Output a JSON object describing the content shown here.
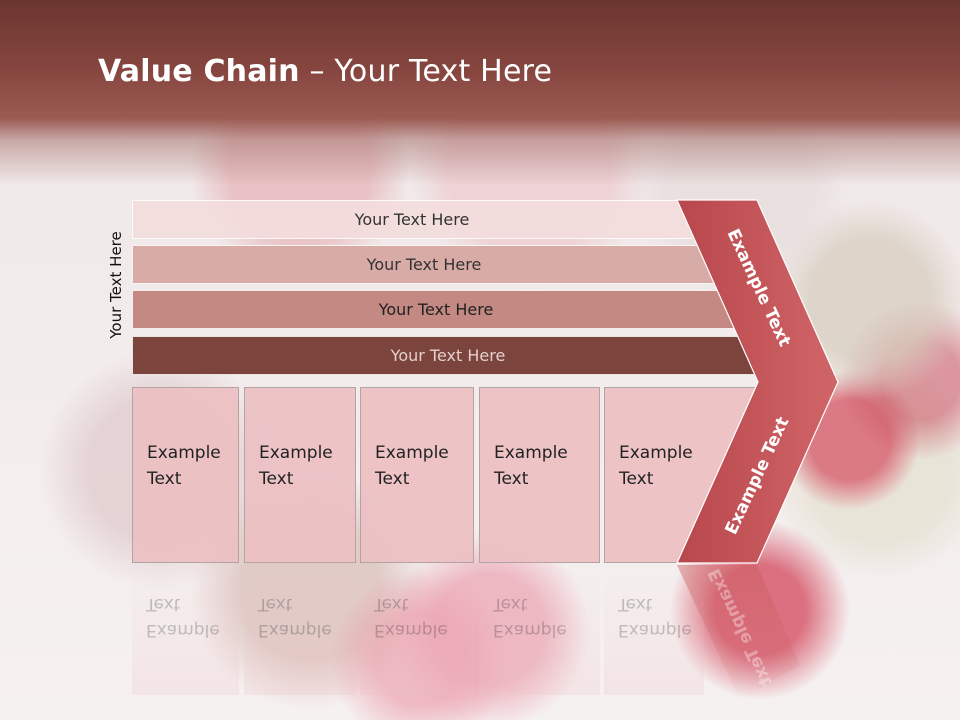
{
  "title": {
    "bold": "Value Chain",
    "rest": " – Your Text Here"
  },
  "vertical_label": "Your Text Here",
  "bars": [
    {
      "label": "Your Text Here"
    },
    {
      "label": "Your Text Here"
    },
    {
      "label": "Your Text Here"
    },
    {
      "label": "Your Text Here"
    }
  ],
  "boxes": [
    {
      "line1": "Example",
      "line2": "Text"
    },
    {
      "line1": "Example",
      "line2": "Text"
    },
    {
      "line1": "Example",
      "line2": "Text"
    },
    {
      "line1": "Example",
      "line2": "Text"
    },
    {
      "line1": "Example",
      "line2": "Text"
    }
  ],
  "chevron": {
    "upper": "Example Text",
    "lower": "Example Text"
  },
  "colors": {
    "header": "#86463f",
    "chevron": "#c9585b",
    "bar_light": "#f3dcdc",
    "bar_dark": "#7b453e",
    "box": "#ecc0c3"
  }
}
